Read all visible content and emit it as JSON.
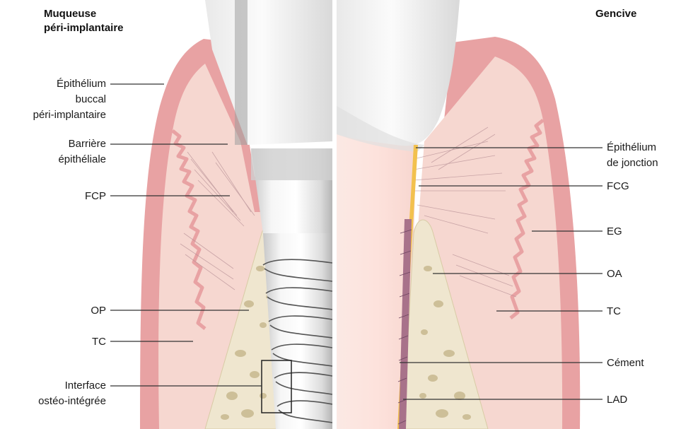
{
  "titles": {
    "left_line1": "Muqueuse",
    "left_line2": "péri-implantaire",
    "right": "Gencive"
  },
  "left_labels": {
    "epithelium_buccal_1": "Épithélium",
    "epithelium_buccal_2": "buccal",
    "epithelium_buccal_3": "péri-implantaire",
    "barriere_1": "Barrière",
    "barriere_2": "épithéliale",
    "fcp": "FCP",
    "op": "OP",
    "tc": "TC",
    "interface_1": "Interface",
    "interface_2": "ostéo-intégrée"
  },
  "right_labels": {
    "epithelium_jonction_1": "Épithélium",
    "epithelium_jonction_2": "de jonction",
    "fcg": "FCG",
    "eg": "EG",
    "oa": "OA",
    "tc": "TC",
    "cement": "Cément",
    "lad": "LAD"
  },
  "colors": {
    "gingiva_outer": "#e8a2a3",
    "gingiva_inner": "#f6d7d0",
    "connective": "#f3c9c2",
    "bone": "#efe6cf",
    "bone_spot": "#cdbf98",
    "implant_light": "#f4f4f4",
    "implant_shadow": "#b9b9b9",
    "tooth": "#fde2dc",
    "cementum": "#f2c14e",
    "ligament": "#a8728a"
  }
}
